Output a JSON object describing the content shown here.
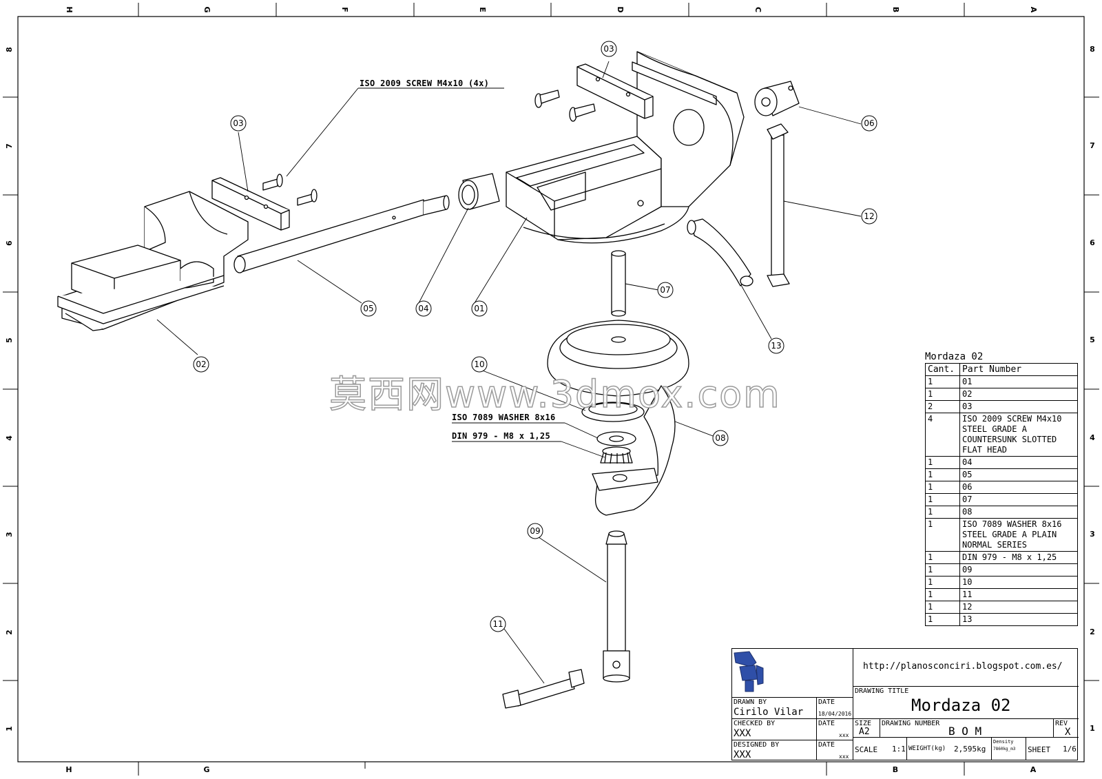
{
  "sheet": {
    "zones_columns": [
      "H",
      "G",
      "F",
      "E",
      "D",
      "C",
      "B",
      "A"
    ],
    "zones_rows": [
      "8",
      "7",
      "6",
      "5",
      "4",
      "3",
      "2",
      "1"
    ],
    "bottom_columns": [
      "H",
      "G",
      "B",
      "A"
    ]
  },
  "callouts": {
    "b01": "01",
    "b02": "02",
    "b03a": "03",
    "b03b": "03",
    "b04": "04",
    "b05": "05",
    "b06": "06",
    "b07": "07",
    "b08": "08",
    "b09": "09",
    "b10": "10",
    "b11": "11",
    "b12": "12",
    "b13": "13"
  },
  "notes": {
    "screw": "ISO 2009 SCREW M4x10 (4x)",
    "washer": "ISO 7089 WASHER 8x16",
    "nut": "DIN 979 - M8 x 1,25"
  },
  "watermark": "莫西网www.3dmox.com",
  "bom": {
    "title": "Mordaza 02",
    "col_qty": "Cant.",
    "col_part": "Part Number",
    "rows": [
      {
        "qty": "1",
        "part": "01"
      },
      {
        "qty": "1",
        "part": "02"
      },
      {
        "qty": "2",
        "part": "03"
      },
      {
        "qty": "4",
        "part": "ISO 2009 SCREW M4x10 STEEL GRADE A COUNTERSUNK SLOTTED FLAT HEAD"
      },
      {
        "qty": "1",
        "part": "04"
      },
      {
        "qty": "1",
        "part": "05"
      },
      {
        "qty": "1",
        "part": "06"
      },
      {
        "qty": "1",
        "part": "07"
      },
      {
        "qty": "1",
        "part": "08"
      },
      {
        "qty": "1",
        "part": "ISO 7089 WASHER 8x16 STEEL GRADE A PLAIN NORMAL SERIES"
      },
      {
        "qty": "1",
        "part": "DIN 979 - M8 x 1,25"
      },
      {
        "qty": "1",
        "part": "09"
      },
      {
        "qty": "1",
        "part": "10"
      },
      {
        "qty": "1",
        "part": "11"
      },
      {
        "qty": "1",
        "part": "12"
      },
      {
        "qty": "1",
        "part": "13"
      }
    ]
  },
  "title_block": {
    "url": "http://planosconciri.blogspot.com.es/",
    "drawn_by_label": "DRAWN BY",
    "drawn_by": "Cirilo Vilar",
    "date_label": "DATE",
    "drawn_date": "18/04/2016",
    "checked_by_label": "CHECKED BY",
    "checked_by": "XXX",
    "checked_date": "xxx",
    "designed_by_label": "DESIGNED BY",
    "designed_by": "XXX",
    "designed_date": "xxx",
    "drawing_title_label": "DRAWING TITLE",
    "drawing_title": "Mordaza 02",
    "size_label": "SIZE",
    "size": "A2",
    "drawing_number_label": "DRAWING NUMBER",
    "drawing_number": "B O M",
    "rev_label": "REV",
    "rev": "X",
    "scale_label": "SCALE",
    "scale": "1:1",
    "weight_label": "WEIGHT(kg)",
    "weight": "2,595kg",
    "density_label": "Density",
    "density": "7860kg_m3",
    "sheet_label": "SHEET",
    "sheet": "1/6"
  },
  "colors": {
    "line": "#000000",
    "logo_blue": "#2f4fa8"
  }
}
